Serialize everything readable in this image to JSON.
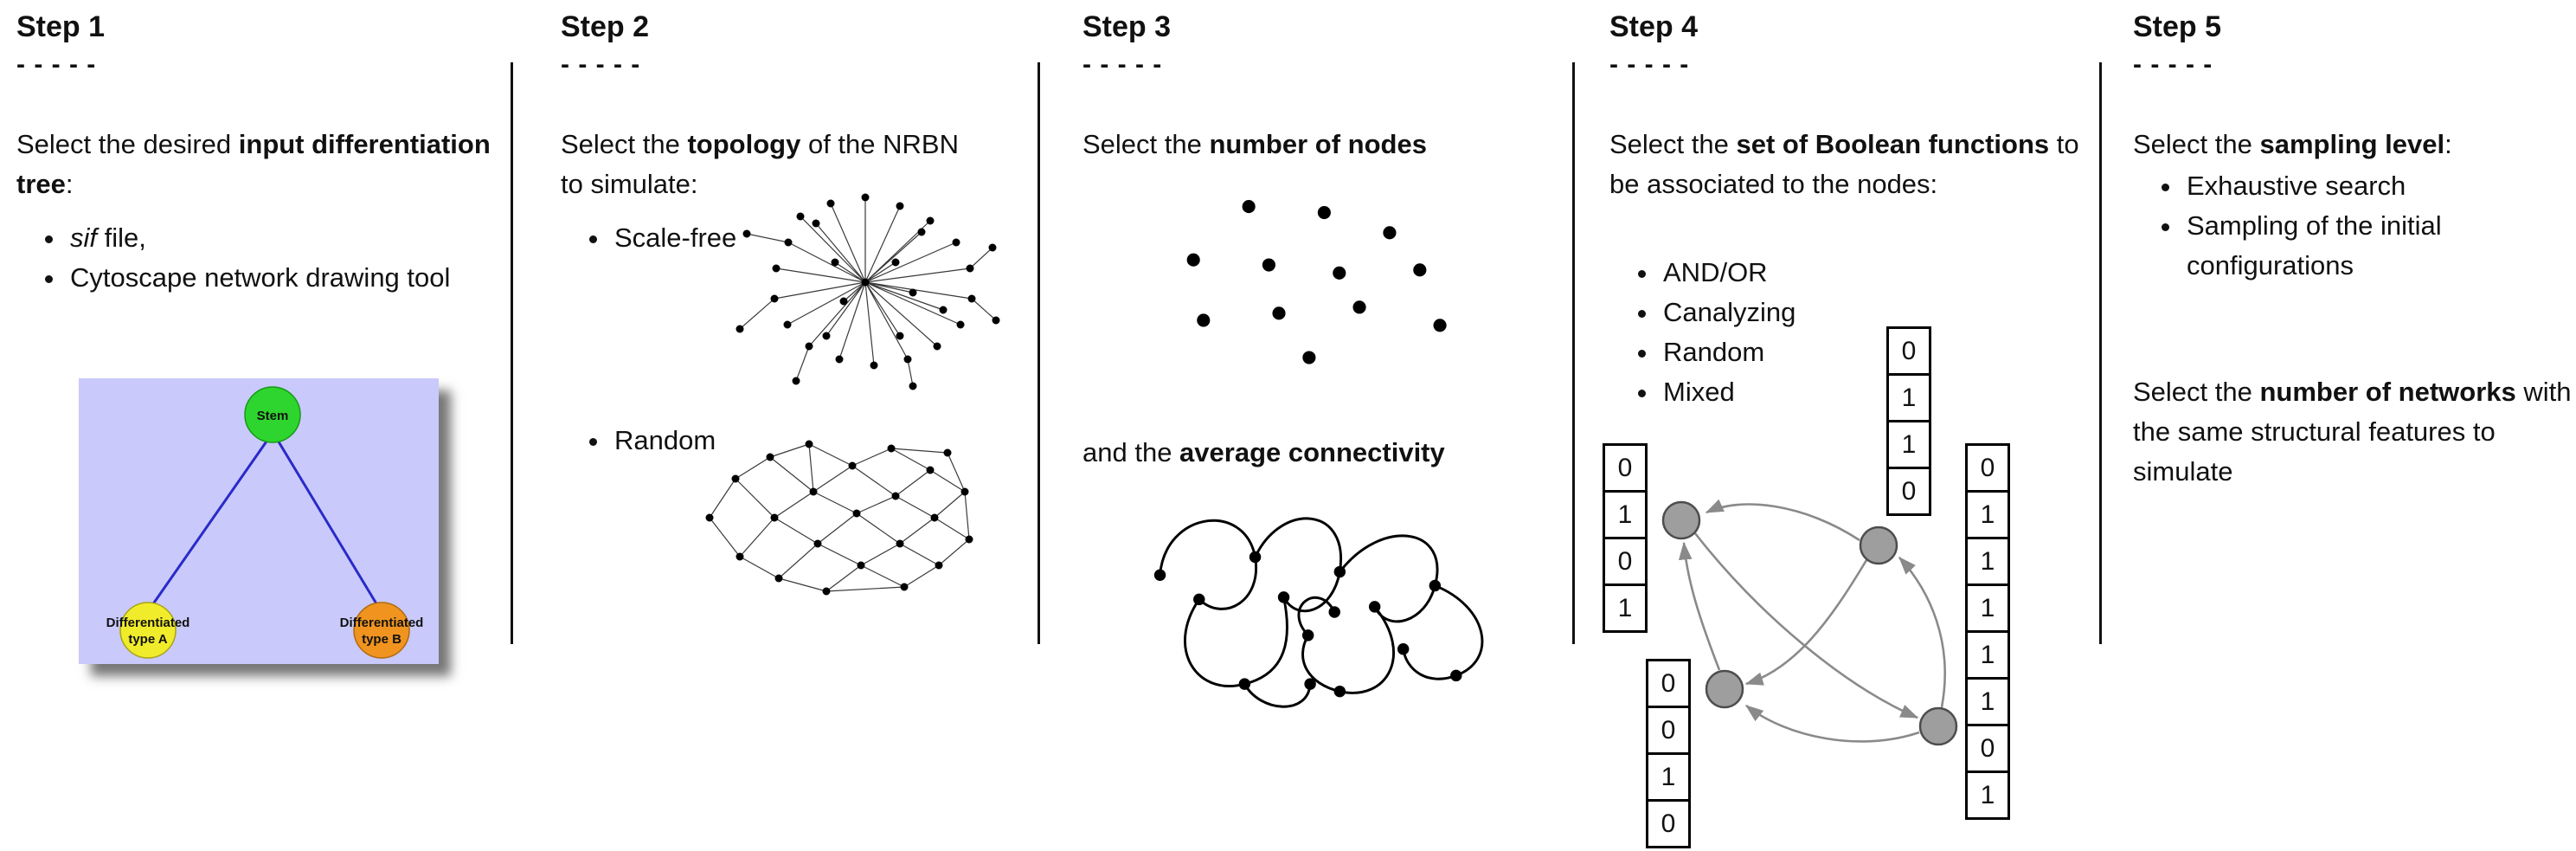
{
  "steps": [
    {
      "title": "Step 1",
      "dashes": "- - - - -",
      "intro": {
        "pre": "Select the desired ",
        "bold": "input differentiation tree",
        "post": ":"
      },
      "bullets": {
        "b1_italic": "sif",
        "b1_rest": " file,",
        "b2": "Cytoscape network drawing tool"
      },
      "tree": {
        "stem": "Stem",
        "a_line1": "Differentiated",
        "a_line2": "type A",
        "b_line1": "Differentiated",
        "b_line2": "type B",
        "colors": {
          "background": "#c9c9fb",
          "stem": "#2ed52e",
          "type_a": "#f0ec2b",
          "type_b": "#f0941f",
          "edge": "#2a2ac8"
        }
      }
    },
    {
      "title": "Step 2",
      "dashes": "- - - - -",
      "intro": {
        "pre": "Select the ",
        "bold": "topology",
        "post": " of the NRBN to simulate:"
      },
      "bullets": {
        "b1": "Scale-free",
        "b2": "Random"
      }
    },
    {
      "title": "Step 3",
      "dashes": "- - - - -",
      "intro": {
        "pre": "Select the ",
        "bold": "number of nodes",
        "post": ""
      },
      "mid": {
        "pre": "and the ",
        "bold": "average connectivity",
        "post": ""
      }
    },
    {
      "title": "Step 4",
      "dashes": "- - - - -",
      "intro": {
        "pre": "Select the ",
        "bold": "set of Boolean functions",
        "post": " to be associated to the nodes:"
      },
      "bullets": {
        "b1": "AND/OR",
        "b2": "Canalyzing",
        "b3": "Random",
        "b4": "Mixed"
      },
      "truth_columns": {
        "left": [
          "0",
          "1",
          "0",
          "1"
        ],
        "top": [
          "0",
          "1",
          "1",
          "0"
        ],
        "bottom_left": [
          "0",
          "0",
          "1",
          "0"
        ],
        "right": [
          "0",
          "1",
          "1",
          "1",
          "1",
          "1",
          "0",
          "1"
        ]
      }
    },
    {
      "title": "Step 5",
      "dashes": "- - - - -",
      "intro": {
        "pre": "Select the ",
        "bold": "sampling level",
        "post": ":"
      },
      "bullets": {
        "b1": "Exhaustive search",
        "b2": "Sampling of the initial configurations"
      },
      "second": {
        "pre": "Select the ",
        "bold": "number of networks",
        "post": " with the same structural features to simulate"
      }
    }
  ]
}
